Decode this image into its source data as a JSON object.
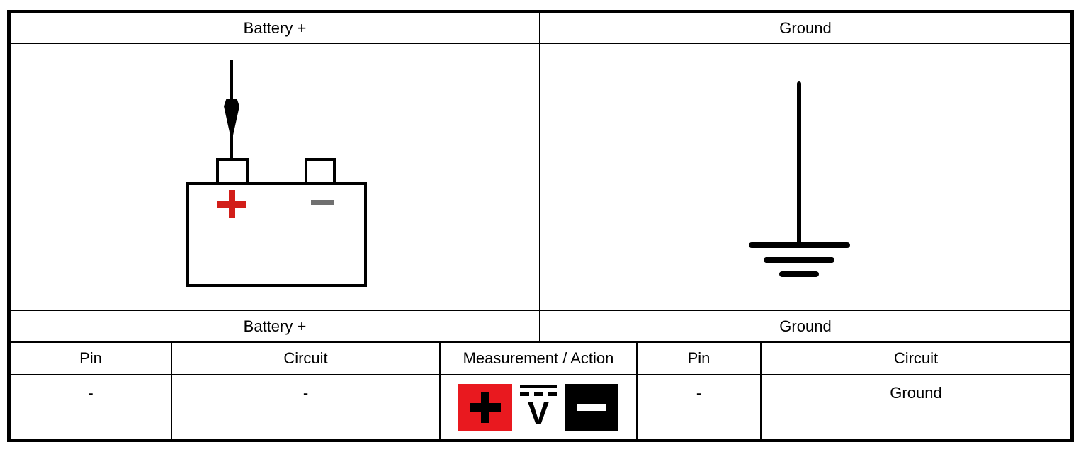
{
  "sections": {
    "left": {
      "header": "Battery +",
      "caption": "Battery +",
      "pin_header": "Pin",
      "circuit_header": "Circuit",
      "pin_value": "-",
      "circuit_value": "-",
      "symbol": "battery-with-test-probe-on-positive-terminal"
    },
    "right": {
      "header": "Ground",
      "caption": "Ground",
      "pin_header": "Pin",
      "circuit_header": "Circuit",
      "pin_value": "-",
      "circuit_value": "Ground",
      "symbol": "chassis-ground-symbol"
    },
    "measurement": {
      "header": "Measurement / Action",
      "meter_unit": "V",
      "icons": {
        "positive_probe": "red-plus-probe-icon",
        "meter": "dc-voltage-meter-icon",
        "negative_probe": "black-minus-probe-icon"
      }
    }
  },
  "colors": {
    "probe_red": "#e9191f",
    "probe_black": "#000000",
    "battery_plus_red": "#d21e19",
    "battery_minus_gray": "#707070",
    "line_black": "#000000"
  }
}
